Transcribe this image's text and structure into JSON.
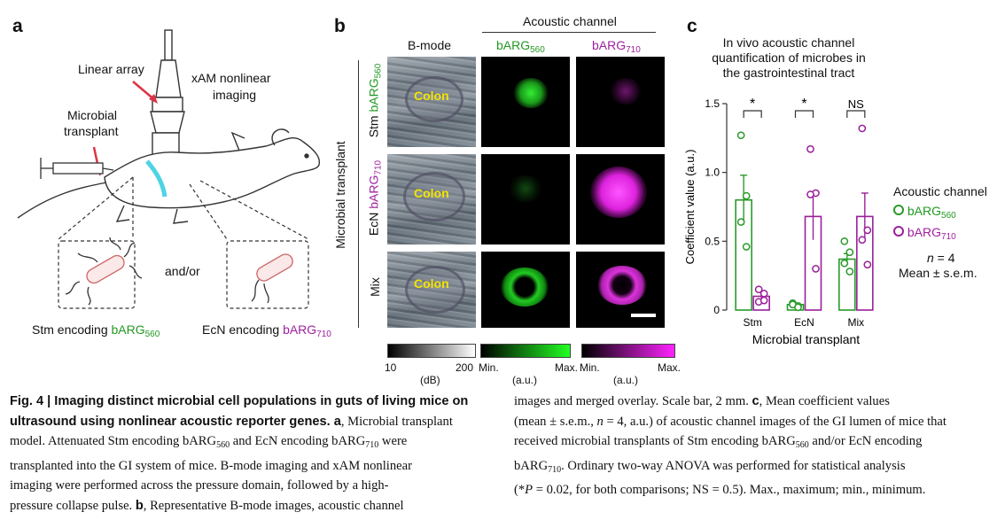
{
  "panel_a": {
    "label": "a",
    "linear_array": "Linear array",
    "xam_line1": "xAM nonlinear",
    "xam_line2": "imaging",
    "transplant_line1": "Microbial",
    "transplant_line2": "transplant",
    "andor": "and/or",
    "stm_encoding": "Stm encoding",
    "ecn_encoding": "EcN encoding",
    "barg": "bARG",
    "sub560": "560",
    "sub710": "710"
  },
  "panel_b": {
    "label": "b",
    "acoustic_channel": "Acoustic channel",
    "bmode": "B-mode",
    "barg": "bARG",
    "sub560": "560",
    "sub710": "710",
    "row_group_label": "Microbial transplant",
    "row1_prefix": "Stm",
    "row2_prefix": "EcN",
    "row3": "Mix",
    "colon": "Colon",
    "cbar1_min": "10",
    "cbar1_max": "200",
    "cbar1_unit": "(dB)",
    "cbar_min": "Min.",
    "cbar_max": "Max.",
    "cbar_unit": "(a.u.)",
    "colors": {
      "green": "#22dd22",
      "magenta": "#ee22ee"
    }
  },
  "panel_c": {
    "label": "c",
    "title_line1": "In vivo acoustic channel",
    "title_line2": "quantification of microbes in",
    "title_line3": "the gastrointestinal tract",
    "legend_title": "Acoustic channel",
    "legend_barg": "bARG",
    "legend_sub560": "560",
    "legend_sub710": "710",
    "n_line_italic": "n",
    "n_line_rest": " = 4",
    "mean_line": "Mean ± s.e.m.",
    "sig": [
      "*",
      "*",
      "NS"
    ]
  },
  "chart_data": {
    "type": "bar",
    "xlabel": "Microbial transplant",
    "ylabel": "Coefficient value (a.u.)",
    "ylim": [
      0,
      1.5
    ],
    "yticks": [
      "0",
      "0.5",
      "1.0",
      "1.5"
    ],
    "categories": [
      "Stm",
      "EcN",
      "Mix"
    ],
    "series": [
      {
        "name": "bARG560",
        "color": "#2a9a2a",
        "values": [
          0.8,
          0.04,
          0.37
        ],
        "sem": [
          0.18,
          0.01,
          0.04
        ],
        "points": [
          [
            1.27,
            0.83,
            0.64,
            0.46
          ],
          [
            0.05,
            0.03,
            0.04,
            0.02
          ],
          [
            0.5,
            0.42,
            0.34,
            0.28
          ]
        ]
      },
      {
        "name": "bARG710",
        "color": "#9a209a",
        "values": [
          0.1,
          0.68,
          0.68
        ],
        "sem": [
          0.03,
          0.17,
          0.17
        ],
        "points": [
          [
            0.06,
            0.12,
            0.15,
            0.07
          ],
          [
            1.17,
            0.85,
            0.84,
            0.3
          ],
          [
            1.32,
            0.58,
            0.51,
            0.33
          ]
        ]
      }
    ]
  },
  "caption_left": {
    "bold1": "Fig. 4 | Imaging distinct microbial cell populations in guts of living mice on",
    "bold2": "ultrasound using nonlinear acoustic reporter genes.",
    "a_bold": " a",
    "line2_rest": ", Microbial transplant",
    "line3": "model. Attenuated Stm encoding bARG",
    "line3_sub1": "560",
    "line3_mid": " and EcN encoding bARG",
    "line3_sub2": "710",
    "line3_end": " were",
    "line4": "transplanted into the GI system of mice. B-mode imaging and xAM nonlinear",
    "line5": "imaging were performed across the pressure domain, followed by a high-",
    "line6a": "pressure collapse pulse. ",
    "b_bold": "b",
    "line6b": ", Representative B-mode images, acoustic channel"
  },
  "caption_right": {
    "line1a": "images and merged overlay. Scale bar, 2 mm. ",
    "c_bold": "c",
    "line1b": ", Mean coefficient values",
    "line2a": "(mean ± s.e.m., ",
    "line2n": "n",
    "line2b": " = 4, a.u.) of acoustic channel images of the GI lumen of mice that",
    "line3a": "received microbial transplants of Stm encoding bARG",
    "line3sub": "560",
    "line3b": " and/or EcN encoding",
    "line4a": "bARG",
    "line4sub": "710",
    "line4b": ". Ordinary two-way ANOVA was performed for statistical analysis",
    "line5a": "(*",
    "line5p": "P",
    "line5b": " = 0.02, for both comparisons; NS = 0.5). Max., maximum; min., minimum."
  }
}
